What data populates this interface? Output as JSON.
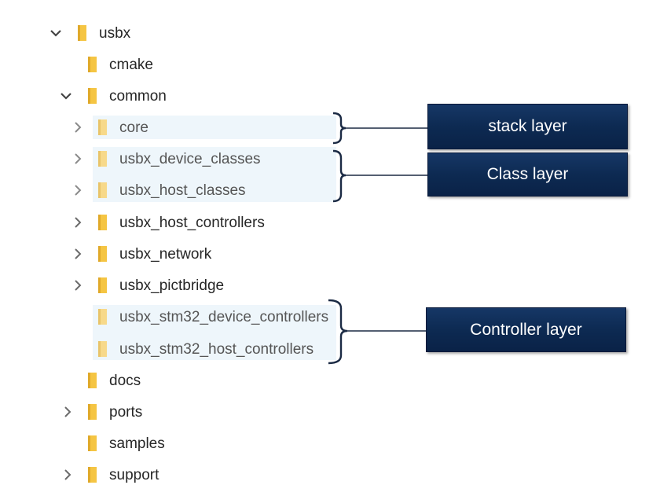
{
  "tree": {
    "usbx": "usbx",
    "cmake": "cmake",
    "common": "common",
    "core": "core",
    "usbx_device_classes": "usbx_device_classes",
    "usbx_host_classes": "usbx_host_classes",
    "usbx_host_controllers": "usbx_host_controllers",
    "usbx_network": "usbx_network",
    "usbx_pictbridge": "usbx_pictbridge",
    "usbx_stm32_device_controllers": "usbx_stm32_device_controllers",
    "usbx_stm32_host_controllers": "usbx_stm32_host_controllers",
    "docs": "docs",
    "ports": "ports",
    "samples": "samples",
    "support": "support"
  },
  "callouts": {
    "stack": "stack layer",
    "class": "Class layer",
    "controller": "Controller layer"
  },
  "colors": {
    "folder": "#f5c543",
    "callout_bg": "#0d2a52",
    "brace": "#1b2a44",
    "highlight": "#eef6fb",
    "chevron": "#6b6b6b"
  }
}
